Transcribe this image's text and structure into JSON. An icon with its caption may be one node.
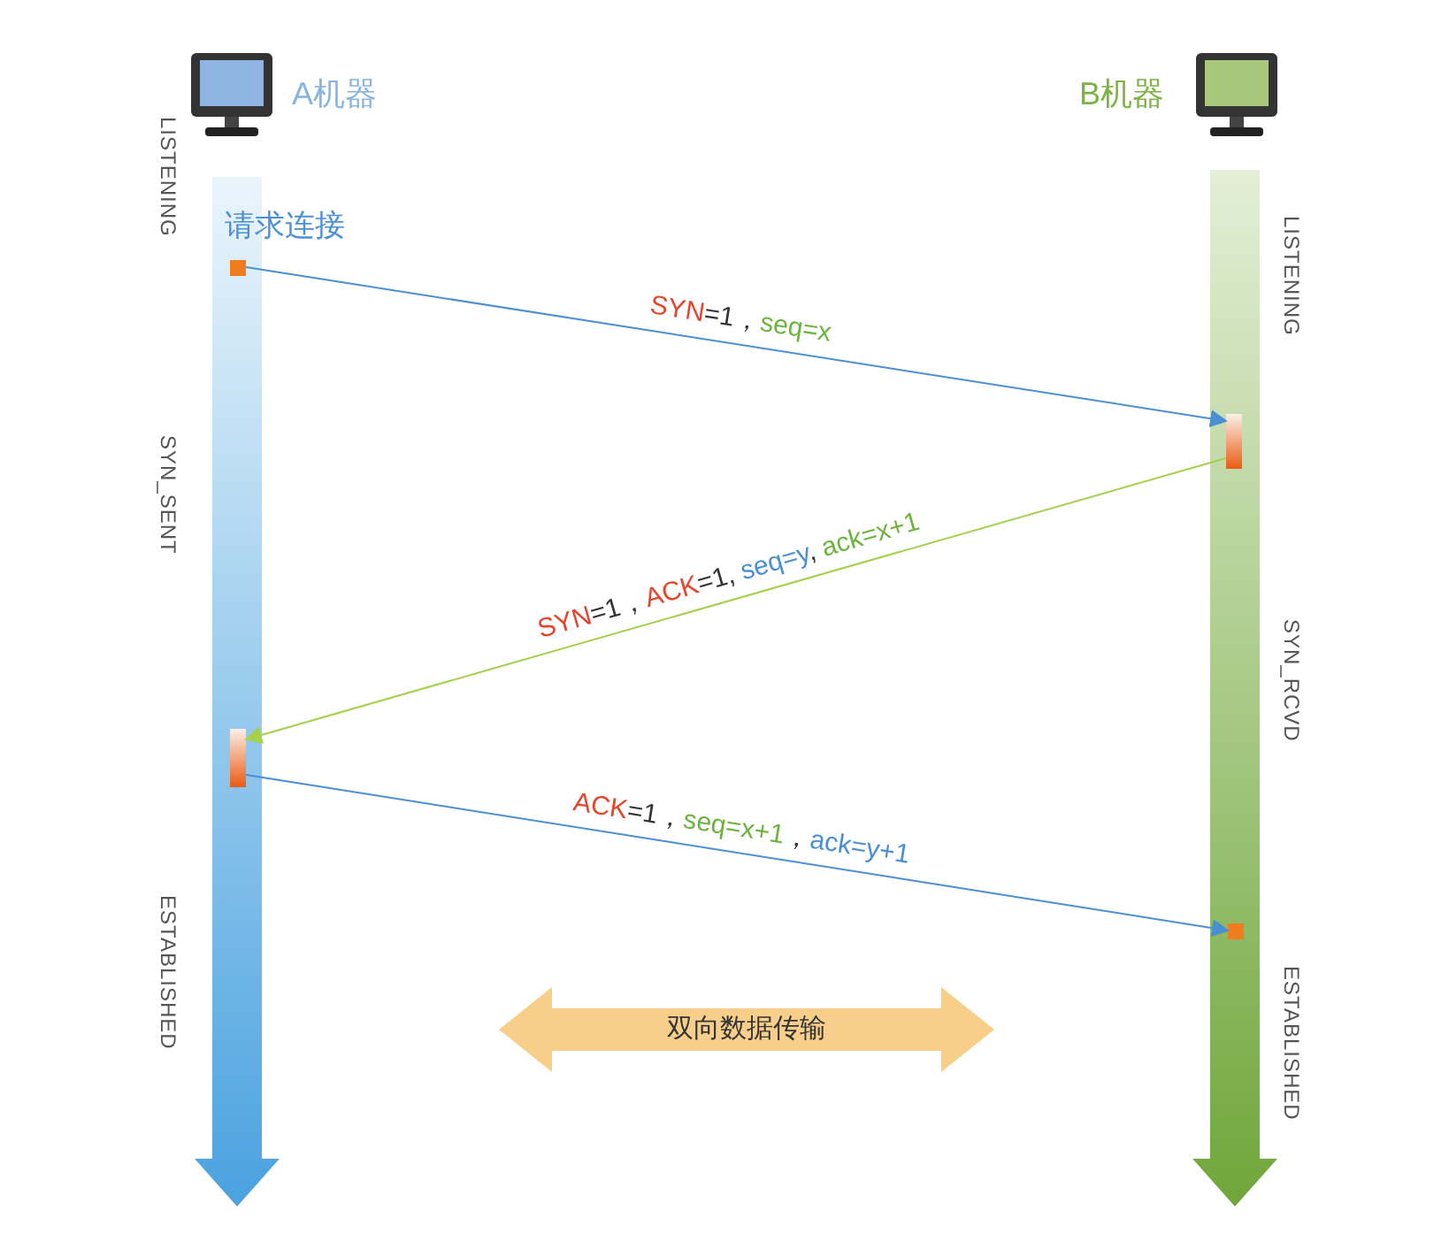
{
  "diagram": {
    "nodes": [
      {
        "text": [
          "A机器"
        ]
      },
      {
        "text": [
          "B机器"
        ]
      },
      {
        "text": [],
        "shape": "box",
        "beside": [
          "请求连接"
        ]
      },
      {
        "text": [],
        "shape": "bar"
      },
      {
        "text": [],
        "shape": "bar"
      },
      {
        "text": [],
        "shape": "box"
      },
      {
        "text": [
          "双向数据传输"
        ]
      }
    ],
    "edges": [
      {
        "from": 2,
        "to": 3,
        "arrow": "to",
        "label": "SYN=1，seq=x"
      },
      {
        "from": 3,
        "to": 4,
        "arrow": "to",
        "label": "SYN=1，ACK=1, seq=y, ack=x+1",
        "color": "#a6cf4a"
      },
      {
        "from": 4,
        "to": 5,
        "arrow": "to",
        "label": "ACK=1，seq=x+1，ack=y+1"
      }
    ],
    "labels": [
      "LISTENING",
      "SYN_SENT",
      "ESTABLISHED",
      "LISTENING",
      "SYN_RCVD",
      "ESTABLISHED"
    ]
  }
}
